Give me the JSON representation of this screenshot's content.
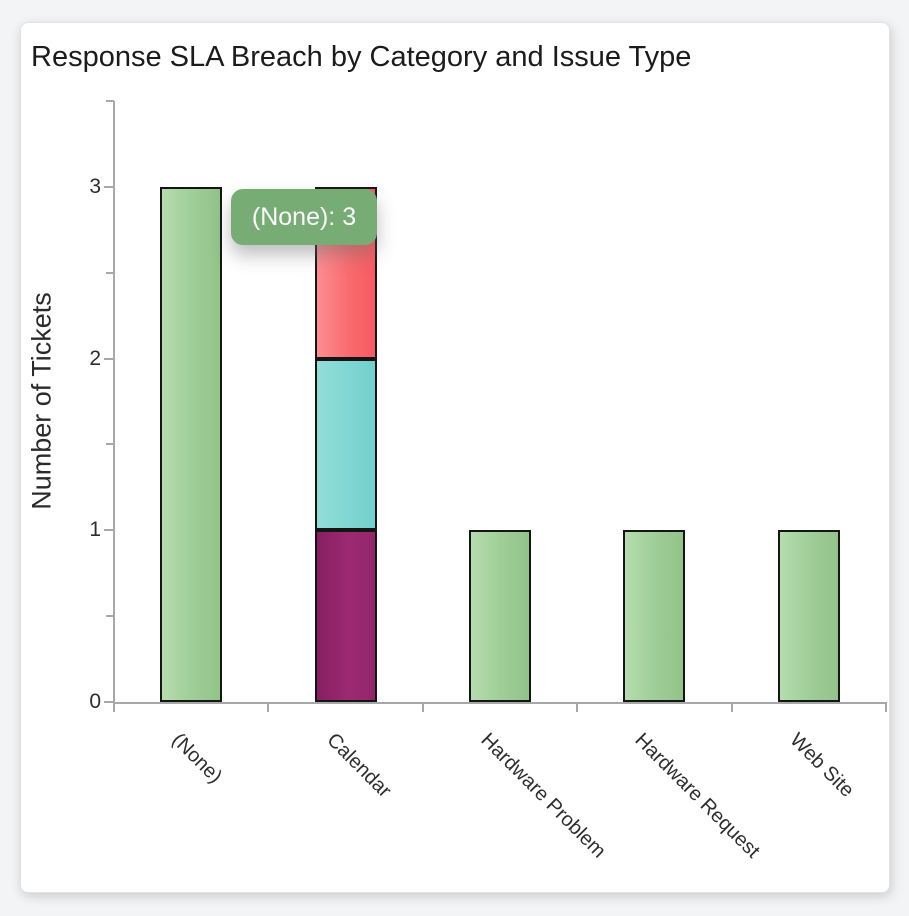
{
  "window": {
    "background": "#f3f4f5"
  },
  "card": {
    "background": "#ffffff"
  },
  "tooltip": {
    "text": "(None): 3",
    "background": "#77ac75",
    "text_color": "#fbfcfb"
  },
  "chart_data": {
    "type": "bar",
    "stacked": true,
    "title": "Response SLA Breach by Category and Issue Type",
    "xlabel": "",
    "ylabel": "Number of Tickets",
    "categories": [
      "(None)",
      "Calendar",
      "Hardware Problem",
      "Hardware Request",
      "Web Site"
    ],
    "bars": [
      {
        "category": "(None)",
        "total": 3,
        "segments": [
          {
            "value": 3,
            "color": "green"
          }
        ]
      },
      {
        "category": "Calendar",
        "total": 3,
        "segments": [
          {
            "value": 1,
            "color": "purple"
          },
          {
            "value": 1,
            "color": "cyan"
          },
          {
            "value": 1,
            "color": "red"
          }
        ]
      },
      {
        "category": "Hardware Problem",
        "total": 1,
        "segments": [
          {
            "value": 1,
            "color": "green"
          }
        ]
      },
      {
        "category": "Hardware Request",
        "total": 1,
        "segments": [
          {
            "value": 1,
            "color": "green"
          }
        ]
      },
      {
        "category": "Web Site",
        "total": 1,
        "segments": [
          {
            "value": 1,
            "color": "green"
          }
        ]
      }
    ],
    "y_axis": {
      "min": 0,
      "max": 3.5,
      "ticks": [
        0,
        1,
        2,
        3
      ],
      "minor_ticks": [
        0.5,
        1.5,
        2.5,
        3.5
      ]
    },
    "grid": false,
    "legend": "none",
    "colors": {
      "green": [
        "#b6dcae",
        "#9ecd96",
        "#92c48a"
      ],
      "red": [
        "#fc8e92",
        "#f96b70",
        "#f75a60"
      ],
      "cyan": [
        "#93ded9",
        "#80d6d2",
        "#73cfca"
      ],
      "purple": [
        "#861f5f",
        "#9c2a72",
        "#92266a"
      ],
      "bar_border": "#151515",
      "axis": "#a8a8a8",
      "tick_label": "#2e2e2e",
      "title": "#1b1b1b"
    }
  }
}
